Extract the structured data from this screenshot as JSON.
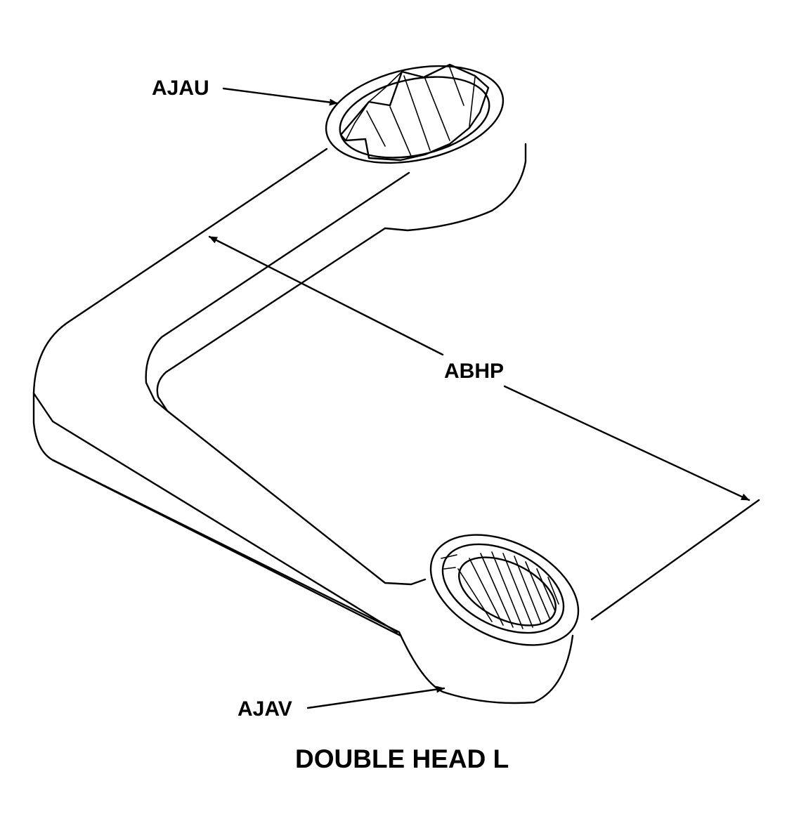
{
  "labels": {
    "ajau": "AJAU",
    "abhp": "ABHP",
    "ajav": "AJAV"
  },
  "caption": "DOUBLE HEAD L"
}
